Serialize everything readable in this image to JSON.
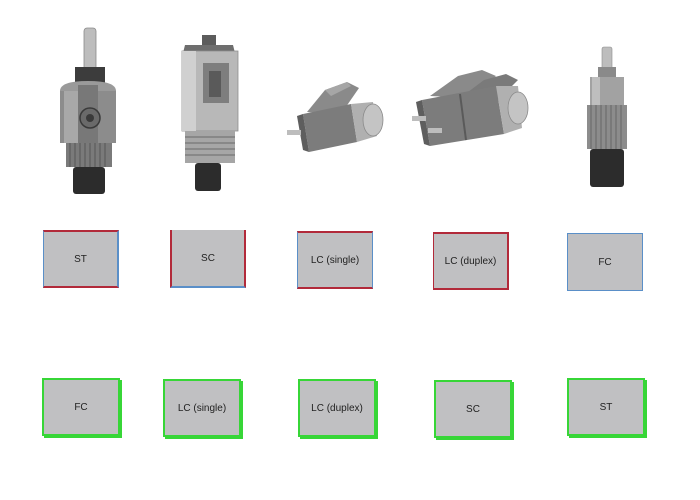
{
  "connectors": [
    {
      "id": "st",
      "icon": "st-connector-icon"
    },
    {
      "id": "sc",
      "icon": "sc-connector-icon"
    },
    {
      "id": "lc-single",
      "icon": "lc-single-connector-icon"
    },
    {
      "id": "lc-duplex",
      "icon": "lc-duplex-connector-icon"
    },
    {
      "id": "fc",
      "icon": "fc-connector-icon"
    }
  ],
  "target_labels": [
    "ST",
    "SC",
    "LC (single)",
    "LC (duplex)",
    "FC"
  ],
  "draggable_labels": [
    "FC",
    "LC (single)",
    "LC (duplex)",
    "SC",
    "ST"
  ],
  "colors": {
    "box_fill": "#c0c0c2",
    "target_border_red": "#b22a3a",
    "target_border_blue": "#5a8fc8",
    "draggable_border_green": "#37d637"
  }
}
